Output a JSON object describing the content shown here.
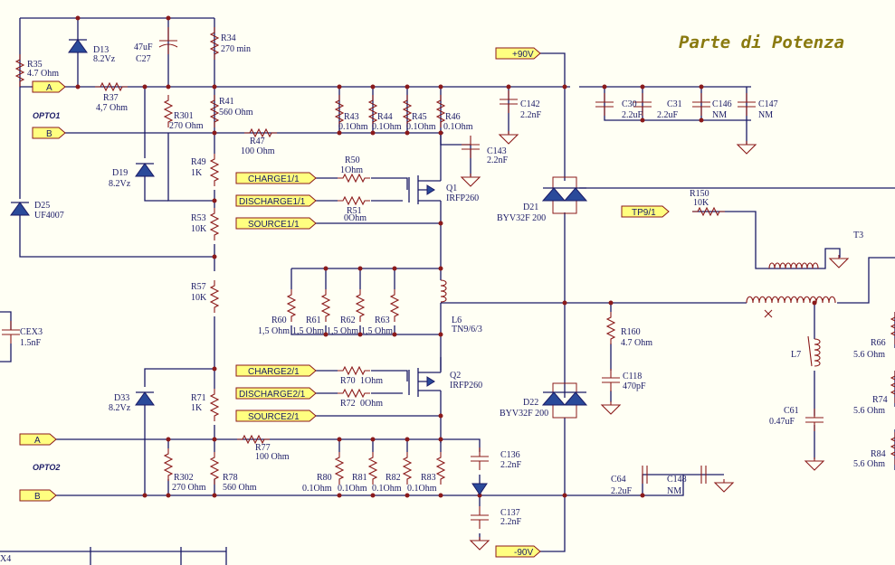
{
  "title": "Parte di Potenza",
  "ports": {
    "p90": "+90V",
    "m90": "-90V",
    "a1": "A",
    "b1": "B",
    "a2": "A",
    "b2": "B",
    "charge1": "CHARGE1/1",
    "discharge1": "DISCHARGE1/1",
    "source1": "SOURCE1/1",
    "charge2": "CHARGE2/1",
    "discharge2": "DISCHARGE2/1",
    "source2": "SOURCE2/1",
    "tp9": "TP9/1"
  },
  "opto": {
    "o1": "OPTO1",
    "o2": "OPTO2"
  },
  "components": {
    "r35": [
      "R35",
      "4.7 Ohm"
    ],
    "d13": [
      "D13",
      "8.2Vz"
    ],
    "c27": [
      "47uF",
      "C27"
    ],
    "r34": [
      "R34",
      "270 min"
    ],
    "r37": [
      "R37",
      "4,7 Ohm"
    ],
    "r301": [
      "R301",
      "270 Ohm"
    ],
    "r41": [
      "R41",
      "560 Ohm"
    ],
    "r43": [
      "R43",
      "0.1Ohm"
    ],
    "r44": [
      "R44",
      "0.1Ohm"
    ],
    "r45": [
      "R45",
      "0.1Ohm"
    ],
    "r46": [
      "R46",
      "0.1Ohm"
    ],
    "c142": [
      "C142",
      "2.2nF"
    ],
    "c30": [
      "C30",
      "2.2uF"
    ],
    "c31": [
      "C31",
      "2.2uF"
    ],
    "c146": [
      "C146",
      "NM"
    ],
    "c147": [
      "C147",
      "NM"
    ],
    "r47": [
      "R47",
      "100 Ohm"
    ],
    "c143": [
      "C143",
      "2.2nF"
    ],
    "d19": [
      "D19",
      "8.2Vz"
    ],
    "r49": [
      "R49",
      "1K"
    ],
    "r50": [
      "R50",
      "1Ohm"
    ],
    "r51": [
      "R51",
      "0Ohm"
    ],
    "q1": [
      "Q1",
      "IRFP260"
    ],
    "d25": [
      "D25",
      "UF4007"
    ],
    "r53": [
      "R53",
      "10K"
    ],
    "d21": [
      "D21",
      "BYV32F 200"
    ],
    "r150": [
      "R150",
      "10K"
    ],
    "t3": "T3",
    "r57": [
      "R57",
      "10K"
    ],
    "cex3": [
      "CEX3",
      "1.5nF"
    ],
    "r60": [
      "R60",
      "1,5 Ohm"
    ],
    "r61": [
      "R61",
      "1,5 Ohm"
    ],
    "r62": [
      "R62",
      "1,5 Ohm"
    ],
    "r63": [
      "R63",
      "1,5 Ohm"
    ],
    "l6": [
      "L6",
      "TN9/6/3"
    ],
    "r160": [
      "R160",
      "4.7 Ohm"
    ],
    "r66": [
      "R66",
      "5.6 Ohm"
    ],
    "l7": "L7",
    "c118": [
      "C118",
      "470pF"
    ],
    "d33": [
      "D33",
      "8.2Vz"
    ],
    "r71": [
      "R71",
      "1K"
    ],
    "r70": [
      "R70",
      "1Ohm"
    ],
    "r72": [
      "R72",
      "0Ohm"
    ],
    "q2": [
      "Q2",
      "IRFP260"
    ],
    "d22": [
      "D22",
      "BYV32F 200"
    ],
    "r74": [
      "R74",
      "5.6 Ohm"
    ],
    "c61": [
      "C61",
      "0.47uF"
    ],
    "r77": [
      "R77",
      "100 Ohm"
    ],
    "c136": [
      "C136",
      "2.2nF"
    ],
    "r84": [
      "R84",
      "5.6 Ohm"
    ],
    "r302": [
      "R302",
      "270 Ohm"
    ],
    "r78": [
      "R78",
      "560 Ohm"
    ],
    "r80": [
      "R80",
      "0.1Ohm"
    ],
    "r81": [
      "R81",
      "0.1Ohm"
    ],
    "r82": [
      "R82",
      "0.1Ohm"
    ],
    "r83": [
      "R83",
      "0.1Ohm"
    ],
    "c64": [
      "C64",
      "2.2uF"
    ],
    "c148": [
      "C148",
      "NM"
    ],
    "c137": [
      "C137",
      "2.2nF"
    ],
    "x4": "X4"
  }
}
